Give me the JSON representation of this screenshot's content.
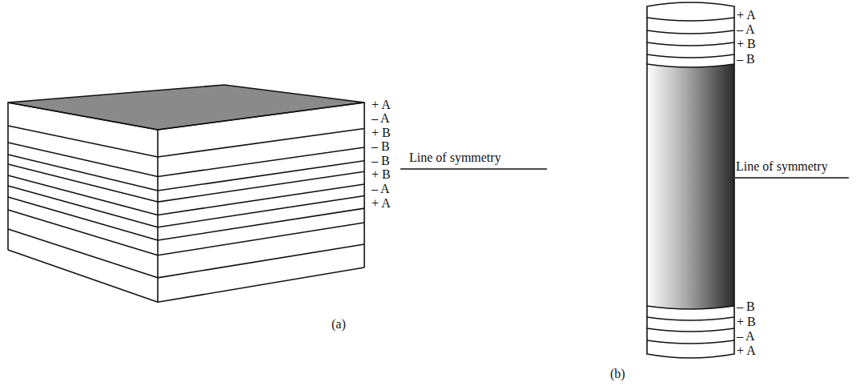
{
  "diagram": {
    "labels": [
      "+ A",
      "– A",
      "+ B",
      "– B",
      "– B",
      "+ B",
      "– A",
      "+ A",
      "Line of symmetry",
      "(a)",
      "+ A",
      "– A",
      "+ B",
      "– B",
      "Line of symmetry",
      "– B",
      "+ B",
      "– A",
      "+ A",
      "(b)"
    ]
  }
}
